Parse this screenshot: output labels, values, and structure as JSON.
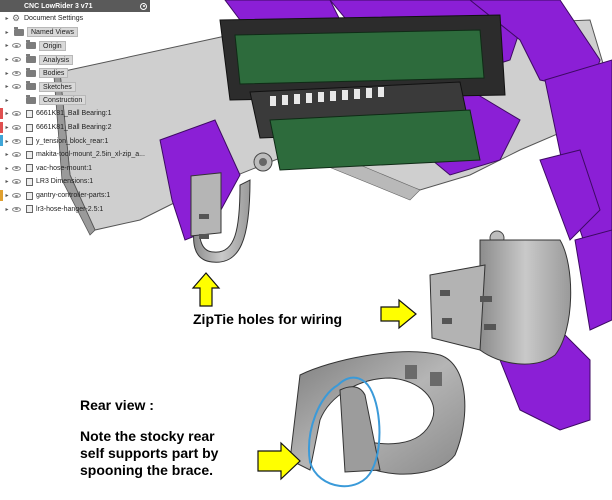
{
  "browser": {
    "root": {
      "label": "CNC LowRider 3 v71"
    },
    "items": [
      {
        "label": "Document Settings",
        "kind": "settings"
      },
      {
        "label": "Named Views",
        "kind": "folder"
      },
      {
        "label": "Origin",
        "kind": "folder"
      },
      {
        "label": "Analysis",
        "kind": "folder"
      },
      {
        "label": "Bodies",
        "kind": "folder"
      },
      {
        "label": "Sketches",
        "kind": "folder"
      },
      {
        "label": "Construction",
        "kind": "folder"
      },
      {
        "label": "6661K81_Ball Bearing:1",
        "kind": "component"
      },
      {
        "label": "6661K81_Ball Bearing:2",
        "kind": "component"
      },
      {
        "label": "y_tension_block_rear:1",
        "kind": "component"
      },
      {
        "label": "makita-tool-mount_2.5in_xl-zip_a...",
        "kind": "component"
      },
      {
        "label": "vac-hose-mount:1",
        "kind": "component"
      },
      {
        "label": "LR3 Dimensions:1",
        "kind": "component"
      },
      {
        "label": "gantry-controller-parts:1",
        "kind": "component"
      },
      {
        "label": "lr3-hose-hanger-2.5:1",
        "kind": "component"
      }
    ]
  },
  "annotations": {
    "ziptie_caption": "ZipTie holes for wiring",
    "rear_view_title": "Rear view :",
    "rear_note_lines": [
      "Note the stocky rear",
      "self supports part by",
      "spooning the brace."
    ]
  },
  "colors": {
    "arrow_fill": "#ffff00",
    "model_purple": "#8b1fd6",
    "sketch_circle": "#3a9ad9",
    "part_gray": "#a6a6a6",
    "frame_gray": "#c4c4c4"
  }
}
